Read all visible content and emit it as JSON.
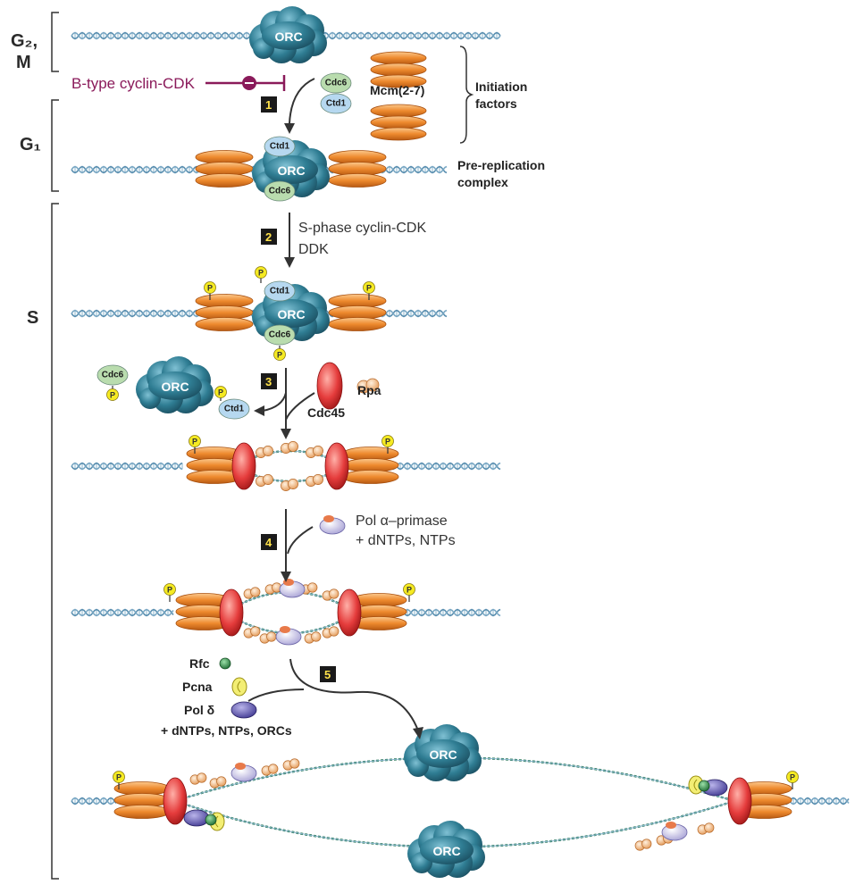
{
  "phases": {
    "g2m_line1": "G₂,",
    "g2m_line2": "M",
    "g1": "G₁",
    "s": "S"
  },
  "labels": {
    "orc": "ORC",
    "cdc6": "Cdc6",
    "ctd1": "Ctd1",
    "mcm": "Mcm(2-7)",
    "initiation_1": "Initiation",
    "initiation_2": "factors",
    "prerep_1": "Pre-replication",
    "prerep_2": "complex",
    "bcyclin": "B-type cyclin-CDK",
    "sphase_1": "S-phase cyclin-CDK",
    "sphase_2": "DDK",
    "cdc45": "Cdc45",
    "rpa": "Rpa",
    "pol_alpha_1": "Pol α–primase",
    "pol_alpha_2": "+ dNTPs, NTPs",
    "rfc": "Rfc",
    "pcna": "Pcna",
    "pol_delta": "Pol δ",
    "dntps_orcs": "+ dNTPs, NTPs, ORCs",
    "p": "P"
  },
  "steps": [
    "1",
    "2",
    "3",
    "4",
    "5"
  ],
  "colors": {
    "orc": "#2f7d93",
    "mcm": "#ee8a2e",
    "cdc6": "#b9dcae",
    "ctd1": "#b6d8f0",
    "phospho": "#f5ea22",
    "cdc45": "#e53c3c",
    "rpa": "#f5c08a",
    "pol_alpha": "#c9c5e6",
    "rfc": "#2e9a4a",
    "pcna": "#f3ee74",
    "pol_delta": "#6a62b8",
    "inhibitor": "#8a1a5a",
    "dna": "#5a8fb0"
  }
}
